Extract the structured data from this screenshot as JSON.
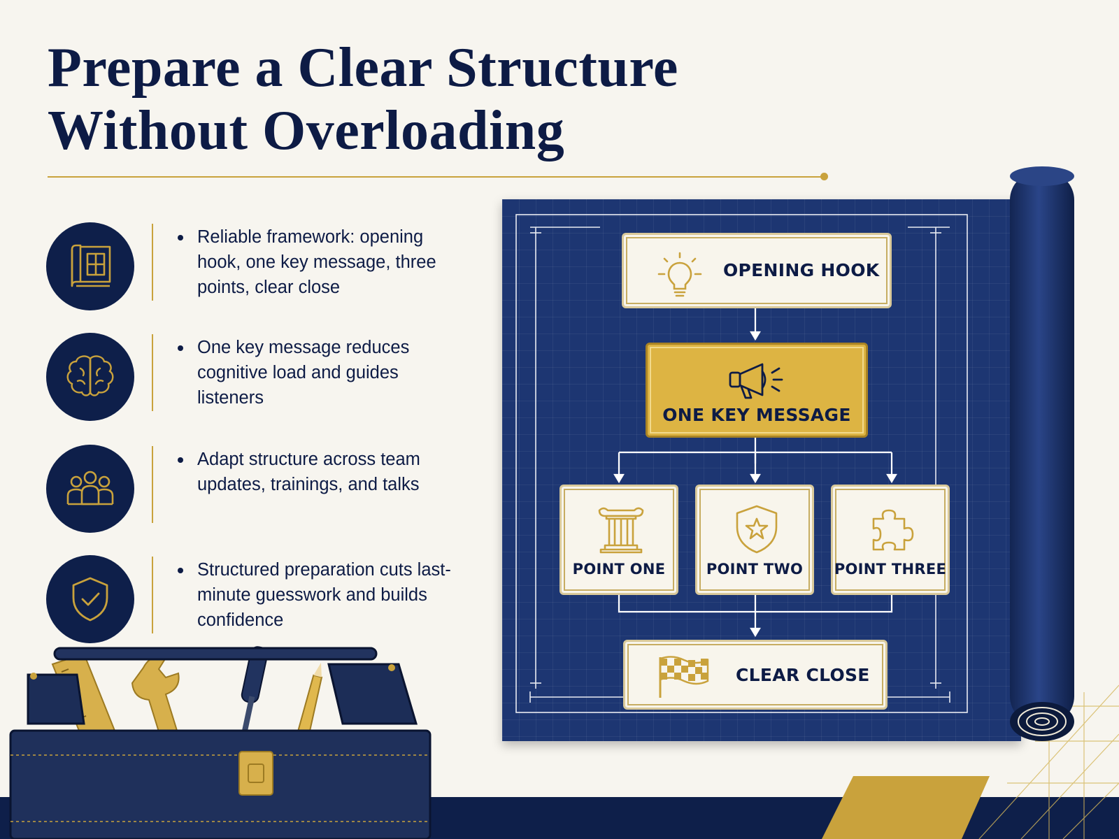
{
  "title": {
    "line1": "Prepare a Clear Structure",
    "line2": "Without Overloading"
  },
  "bullets": [
    {
      "icon": "blueprint-icon",
      "text": "Reliable framework: opening hook, one key message, three points, clear close"
    },
    {
      "icon": "brain-icon",
      "text": "One key message reduces cognitive load and guides listeners"
    },
    {
      "icon": "team-icon",
      "text": "Adapt structure across team updates, trainings, and talks"
    },
    {
      "icon": "shield-check-icon",
      "text": "Structured preparation cuts last-minute guesswork and builds confidence"
    }
  ],
  "flow": {
    "opening_hook": {
      "label": "OPENING HOOK",
      "icon": "lightbulb-icon"
    },
    "key_message": {
      "label": "ONE KEY MESSAGE",
      "icon": "megaphone-icon"
    },
    "points": [
      {
        "label": "POINT ONE",
        "icon": "column-icon"
      },
      {
        "label": "POINT TWO",
        "icon": "shield-star-icon"
      },
      {
        "label": "POINT THREE",
        "icon": "puzzle-icon"
      }
    ],
    "clear_close": {
      "label": "CLEAR CLOSE",
      "icon": "checkered-flag-icon"
    }
  },
  "colors": {
    "navy": "#0e1f4a",
    "blueprint": "#1d3672",
    "gold": "#c9a23c",
    "cream": "#f7f5ef"
  }
}
